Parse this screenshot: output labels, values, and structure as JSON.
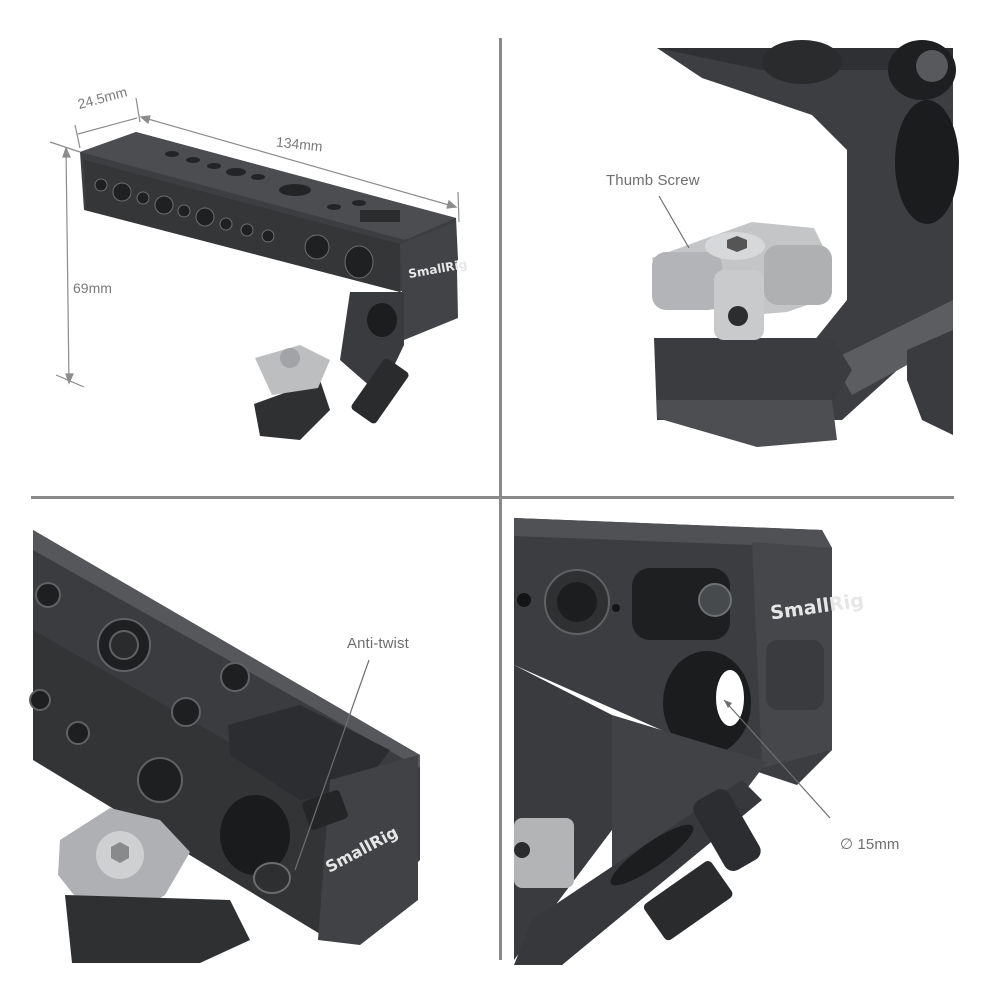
{
  "layout": {
    "grid": "2x2",
    "divider_color": "#8a8a8a",
    "background": "#ffffff"
  },
  "panels": {
    "top_left": {
      "title": "overall-dimensions",
      "brand": "SmallRig",
      "dimensions": {
        "width": "24.5mm",
        "length": "134mm",
        "height": "69mm"
      }
    },
    "top_right": {
      "title": "thumb-screw-detail",
      "callout": "Thumb Screw"
    },
    "bottom_left": {
      "title": "anti-twist-detail",
      "brand": "SmallRig",
      "callout": "Anti-twist"
    },
    "bottom_right": {
      "title": "rod-clamp-detail",
      "brand": "SmallRig",
      "callout": "∅ 15mm"
    }
  },
  "colors": {
    "metal_dark": "#3a3b3d",
    "metal_mid": "#55575a",
    "metal_edge": "#7b7d80",
    "steel_light": "#c9cacc",
    "steel_mid": "#9d9fa2",
    "label_gray": "#6e6e6e"
  }
}
